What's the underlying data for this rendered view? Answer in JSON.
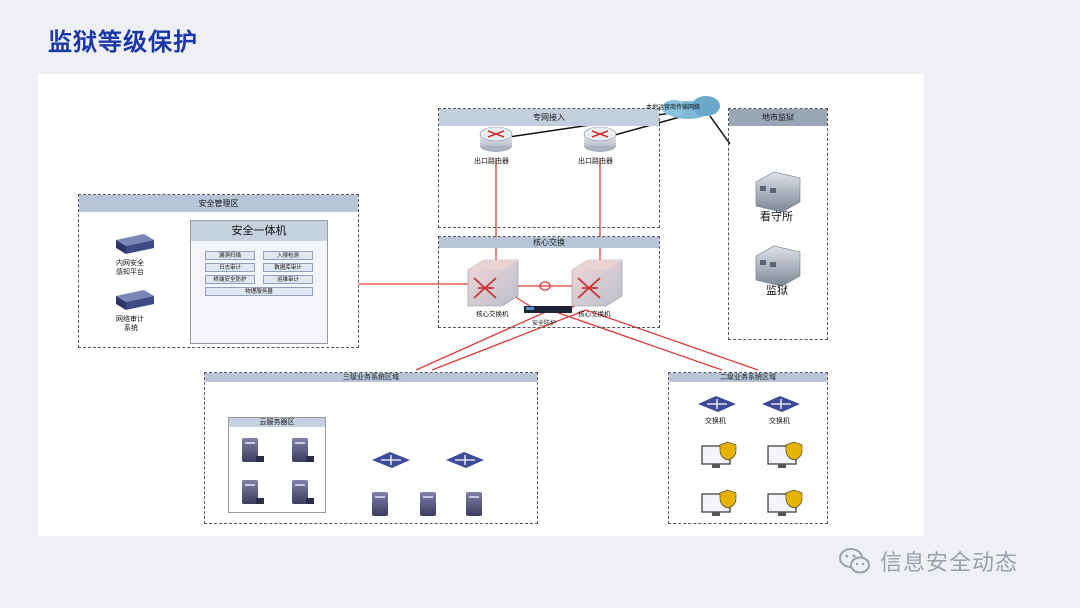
{
  "slide": {
    "title": "监狱等级保护"
  },
  "zones": {
    "zhuanwang": "专网接入",
    "dishi": "地市监狱",
    "anquan": "安全管理区",
    "hexin": "核心交换",
    "sanji": "三级业务系统区域",
    "erji": "二级业务系统区域",
    "yunfuwu": "云服务器区"
  },
  "labels": {
    "cloud": "本地运营商传输网络",
    "router1": "出口路由器",
    "router2": "出口路由器",
    "core1": "核心交换机",
    "core2": "核心交换机",
    "firewall": "安全防护",
    "intranet_line1": "内网安全",
    "intranet_line2": "感知平台",
    "audit_line1": "网络审计",
    "audit_line2": "系统",
    "kanshousuo": "看守所",
    "jianyu": "监狱",
    "switch1": "交换机",
    "switch2": "交换机"
  },
  "aio": {
    "title": "安全一体机",
    "modules": [
      "漏洞扫描",
      "入侵检测",
      "日志审计",
      "数据库审计",
      "终端安全防护",
      "运维审计",
      "物理服务器"
    ]
  },
  "watermark": {
    "text": "信息安全动态",
    "icon": "wechat-icon"
  },
  "colors": {
    "title": "#1a37a8",
    "link": "#e23b3b",
    "header": "#b7c5d6"
  }
}
